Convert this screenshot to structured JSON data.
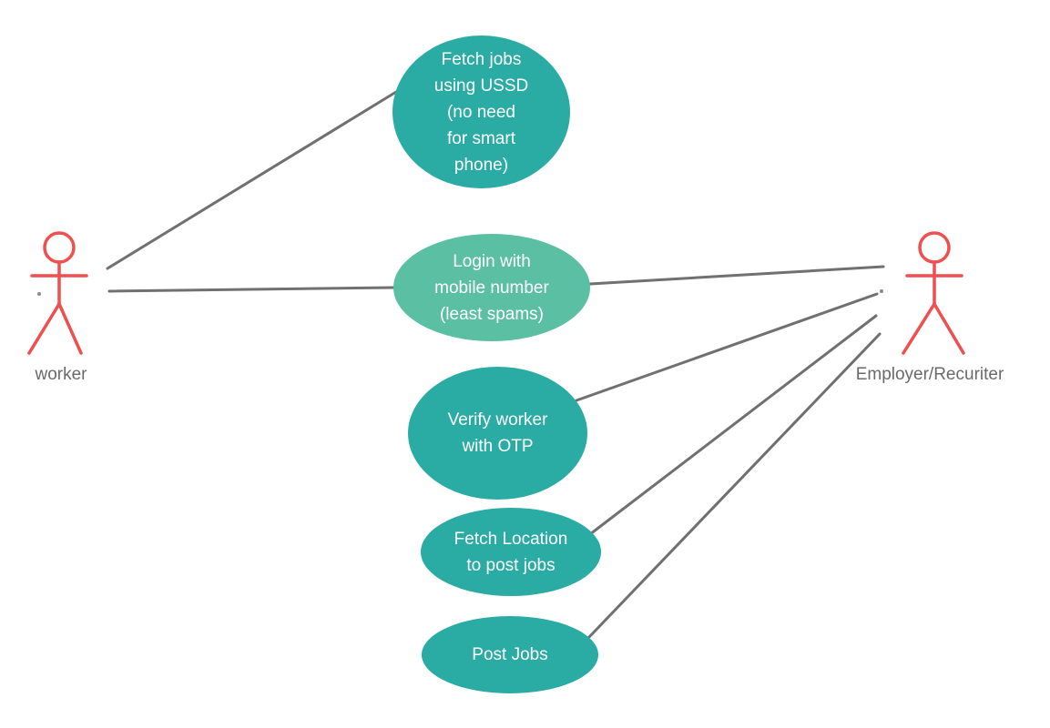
{
  "diagram": {
    "type": "uml-use-case",
    "background": "#ffffff",
    "colors": {
      "use_case_teal": "#2aaca5",
      "use_case_green": "#5abfa3",
      "actor_red": "#ef4f4f",
      "connector_gray": "#707070",
      "label_gray": "#6a6a6a"
    }
  },
  "actors": [
    {
      "id": "worker",
      "label": "worker"
    },
    {
      "id": "employer",
      "label": "Employer/Recuriter"
    }
  ],
  "use_cases": [
    {
      "id": "fetch-jobs-ussd",
      "label": "Fetch jobs\nusing USSD\n(no need\nfor smart\nphone)",
      "color": "#2aaca5"
    },
    {
      "id": "login-mobile",
      "label": "Login with\nmobile number\n(least spams)",
      "color": "#5abfa3"
    },
    {
      "id": "verify-otp",
      "label": "Verify worker\nwith OTP",
      "color": "#2aaca5"
    },
    {
      "id": "fetch-location",
      "label": "Fetch Location\nto post jobs",
      "color": "#2aaca5"
    },
    {
      "id": "post-jobs",
      "label": "Post Jobs",
      "color": "#2aaca5"
    }
  ],
  "associations": [
    {
      "from": "worker",
      "to": "fetch-jobs-ussd"
    },
    {
      "from": "worker",
      "to": "login-mobile"
    },
    {
      "from": "login-mobile",
      "to": "employer"
    },
    {
      "from": "verify-otp",
      "to": "employer"
    },
    {
      "from": "fetch-location",
      "to": "employer"
    },
    {
      "from": "post-jobs",
      "to": "employer"
    }
  ]
}
